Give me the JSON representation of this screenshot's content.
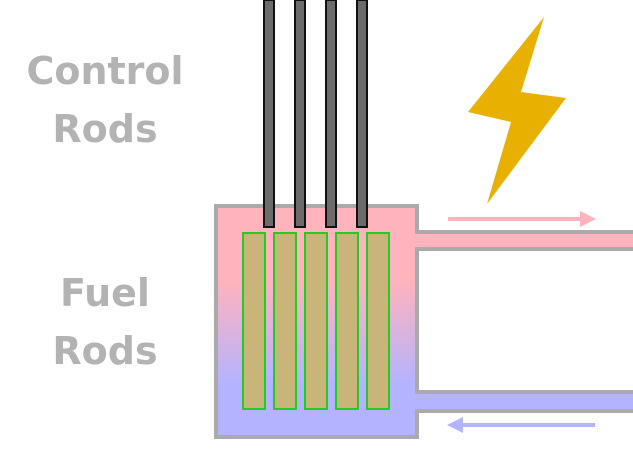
{
  "labels": {
    "control_rods": [
      "Control",
      "Rods"
    ],
    "fuel_rods": [
      "Fuel",
      "Rods"
    ]
  },
  "colors": {
    "label_text": "#b3b3b3",
    "control_rod": "#6b6b6b",
    "fuel_rod_fill": "#c9b47a",
    "fuel_rod_border": "#22cc22",
    "hot_coolant": "#ffb3bd",
    "cold_coolant": "#b3b3ff",
    "vessel_outline": "#aaaaaa",
    "lightning": "#e8b000"
  },
  "icons": {
    "power": "lightning-bolt-icon",
    "flow_out": "arrow-right-icon",
    "flow_in": "arrow-left-icon"
  }
}
